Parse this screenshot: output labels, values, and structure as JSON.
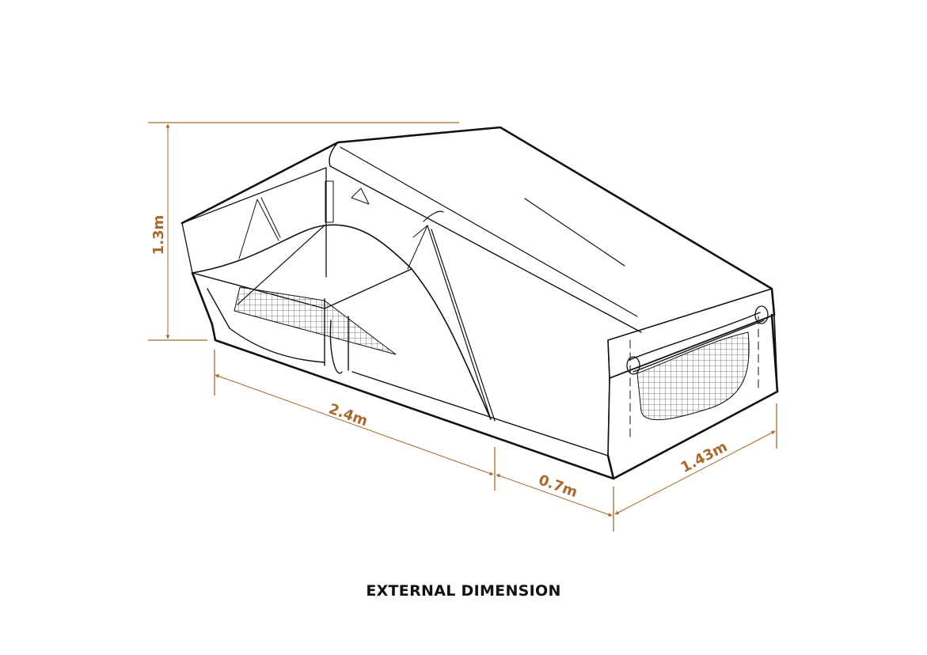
{
  "title": "EXTERNAL DIMENSION",
  "subject": "rooftop tent (open) isometric line drawing",
  "colors": {
    "dimension": "#a8692a",
    "line": "#111111",
    "background": "#ffffff"
  },
  "dimensions": {
    "height": {
      "label": "1.3m",
      "value": 1.3,
      "unit": "m"
    },
    "open_length": {
      "label": "2.4m",
      "value": 2.4,
      "unit": "m"
    },
    "base_length": {
      "label": "0.7m",
      "value": 0.7,
      "unit": "m"
    },
    "width": {
      "label": "1.43m",
      "value": 1.43,
      "unit": "m"
    }
  }
}
